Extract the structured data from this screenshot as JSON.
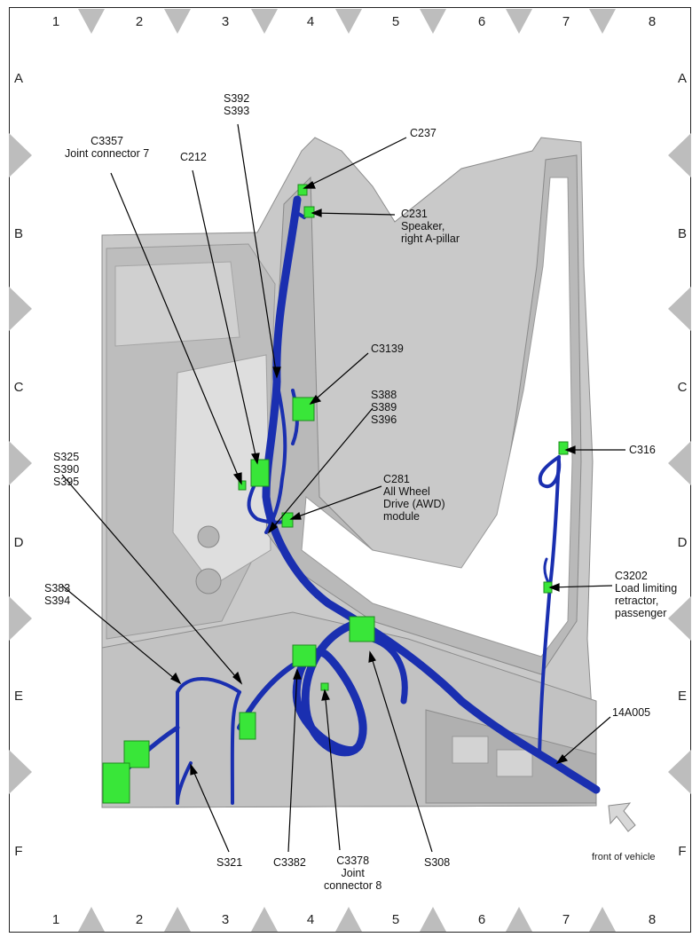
{
  "grid": {
    "columns": [
      "1",
      "2",
      "3",
      "4",
      "5",
      "6",
      "7",
      "8"
    ],
    "rows": [
      "A",
      "B",
      "C",
      "D",
      "E",
      "F"
    ]
  },
  "callouts": {
    "s392_s393": [
      "S392",
      "S393"
    ],
    "c237": [
      "C237"
    ],
    "c3357": [
      "C3357",
      "Joint connector 7"
    ],
    "c212": [
      "C212"
    ],
    "c231": [
      "C231",
      "Speaker,",
      "right A-pillar"
    ],
    "c3139": [
      "C3139"
    ],
    "s388_s389_s396": [
      "S388",
      "S389",
      "S396"
    ],
    "s325_s390_s395": [
      "S325",
      "S390",
      "S395"
    ],
    "c316": [
      "C316"
    ],
    "c281": [
      "C281",
      "All Wheel",
      "Drive (AWD)",
      "module"
    ],
    "s383_s394": [
      "S383",
      "S394"
    ],
    "c3202": [
      "C3202",
      "Load limiting",
      "retractor,",
      "passenger"
    ],
    "harness_14a005": [
      "14A005"
    ],
    "s321": [
      "S321"
    ],
    "c3382": [
      "C3382"
    ],
    "c3378": [
      "C3378",
      "Joint",
      "connector 8"
    ],
    "s308": [
      "S308"
    ]
  },
  "orientation": {
    "label": "front of vehicle"
  },
  "colors": {
    "harness": "#1a2fb0",
    "connector": "#39e639",
    "body": "#cfcfcf",
    "markers": "#b9b9b9"
  }
}
